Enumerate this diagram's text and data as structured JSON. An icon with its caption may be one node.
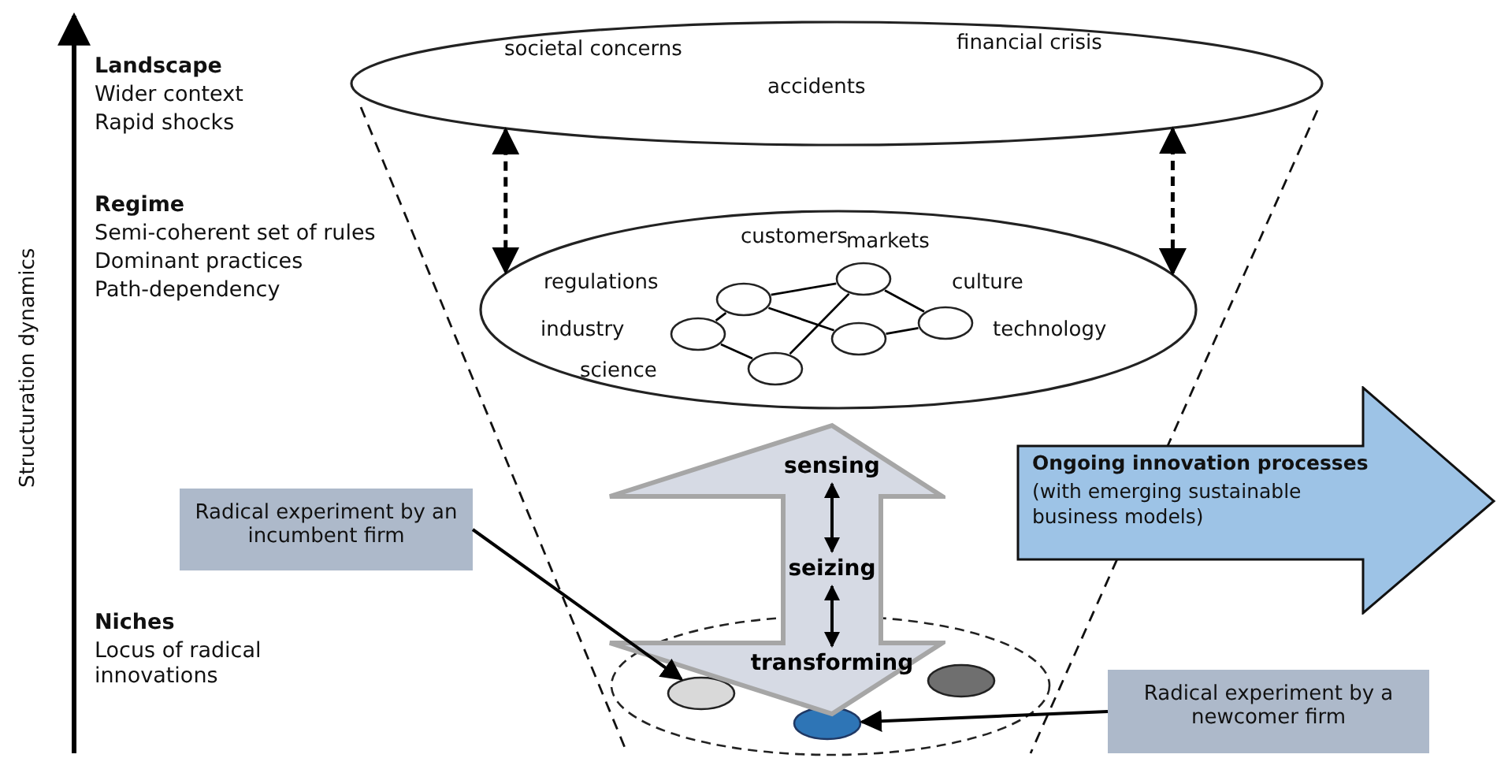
{
  "diagram": {
    "nodes": [
      {
        "text": [
          "societal concerns",
          "financial crisis",
          "accidents"
        ]
      },
      {
        "text": [
          "customers",
          "markets",
          "regulations",
          "culture",
          "industry",
          "technology",
          "science"
        ]
      },
      {
        "text": [],
        "shape": "circle",
        "in": 1
      },
      {
        "text": [],
        "shape": "circle",
        "in": 1
      },
      {
        "text": [],
        "shape": "circle",
        "in": 1
      },
      {
        "text": [],
        "shape": "circle",
        "in": 1
      },
      {
        "text": [],
        "shape": "circle",
        "in": 1
      },
      {
        "text": [],
        "shape": "circle",
        "in": 1
      },
      {
        "text": [],
        "shape": "circle"
      },
      {
        "text": [],
        "shape": "circle",
        "in": 8
      },
      {
        "text": [],
        "shape": "circle",
        "in": 8
      },
      {
        "text": [],
        "shape": "circle",
        "in": 8
      },
      {
        "text": [],
        "shape": "arrow"
      },
      {
        "text": [
          "sensing"
        ],
        "in": 12
      },
      {
        "text": [
          "seizing"
        ],
        "in": 12
      },
      {
        "text": [
          "transforming"
        ]
      },
      {
        "text": [
          "Ongoing innovation processes",
          "(with emerging sustainable business  models)"
        ]
      },
      {
        "text": [
          "Radical experiment by an incumbent firm"
        ]
      },
      {
        "text": [
          "Radical experiment by a newcomer firm"
        ]
      }
    ],
    "edges": [
      {
        "from": 0,
        "to": 1,
        "arrow": "both",
        "style": "dashed"
      },
      {
        "from": 0,
        "to": 1,
        "arrow": "both",
        "style": "dashed"
      },
      {
        "from": 2,
        "to": 3,
        "arrow": "none"
      },
      {
        "from": 2,
        "to": 7,
        "arrow": "none"
      },
      {
        "from": 3,
        "to": 4,
        "arrow": "none"
      },
      {
        "from": 3,
        "to": 5,
        "arrow": "none"
      },
      {
        "from": 4,
        "to": 6,
        "arrow": "none"
      },
      {
        "from": 4,
        "to": 7,
        "arrow": "none"
      },
      {
        "from": 5,
        "to": 6,
        "arrow": "none"
      },
      {
        "from": 13,
        "to": 14,
        "arrow": "both"
      },
      {
        "from": 14,
        "to": 15,
        "arrow": "both"
      },
      {
        "from": 17,
        "to": 9,
        "arrow": "to"
      },
      {
        "from": 18,
        "to": 10,
        "arrow": "to"
      }
    ],
    "labels": [
      "Landscape",
      "Wider context",
      "Rapid shocks",
      "Regime",
      "Semi-coherent set of rules",
      "Dominant practices",
      "Path-dependency",
      "Niches",
      "Locus of radical innovations",
      "Structuration dynamics"
    ]
  }
}
